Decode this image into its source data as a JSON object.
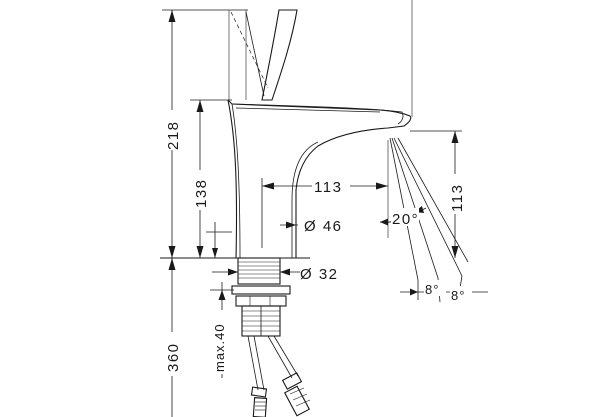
{
  "dimensions": {
    "total_height": "218",
    "spout_height": "138",
    "spout_reach": "113",
    "outlet_height": "113",
    "pillar_diameter": "Ø 46",
    "flow_angle": "20°",
    "spray_angle_left": "8°",
    "spray_angle_right": "8°",
    "shank_diameter": "Ø 32",
    "max_deck_thickness": "max.40",
    "hose_length": "360"
  }
}
